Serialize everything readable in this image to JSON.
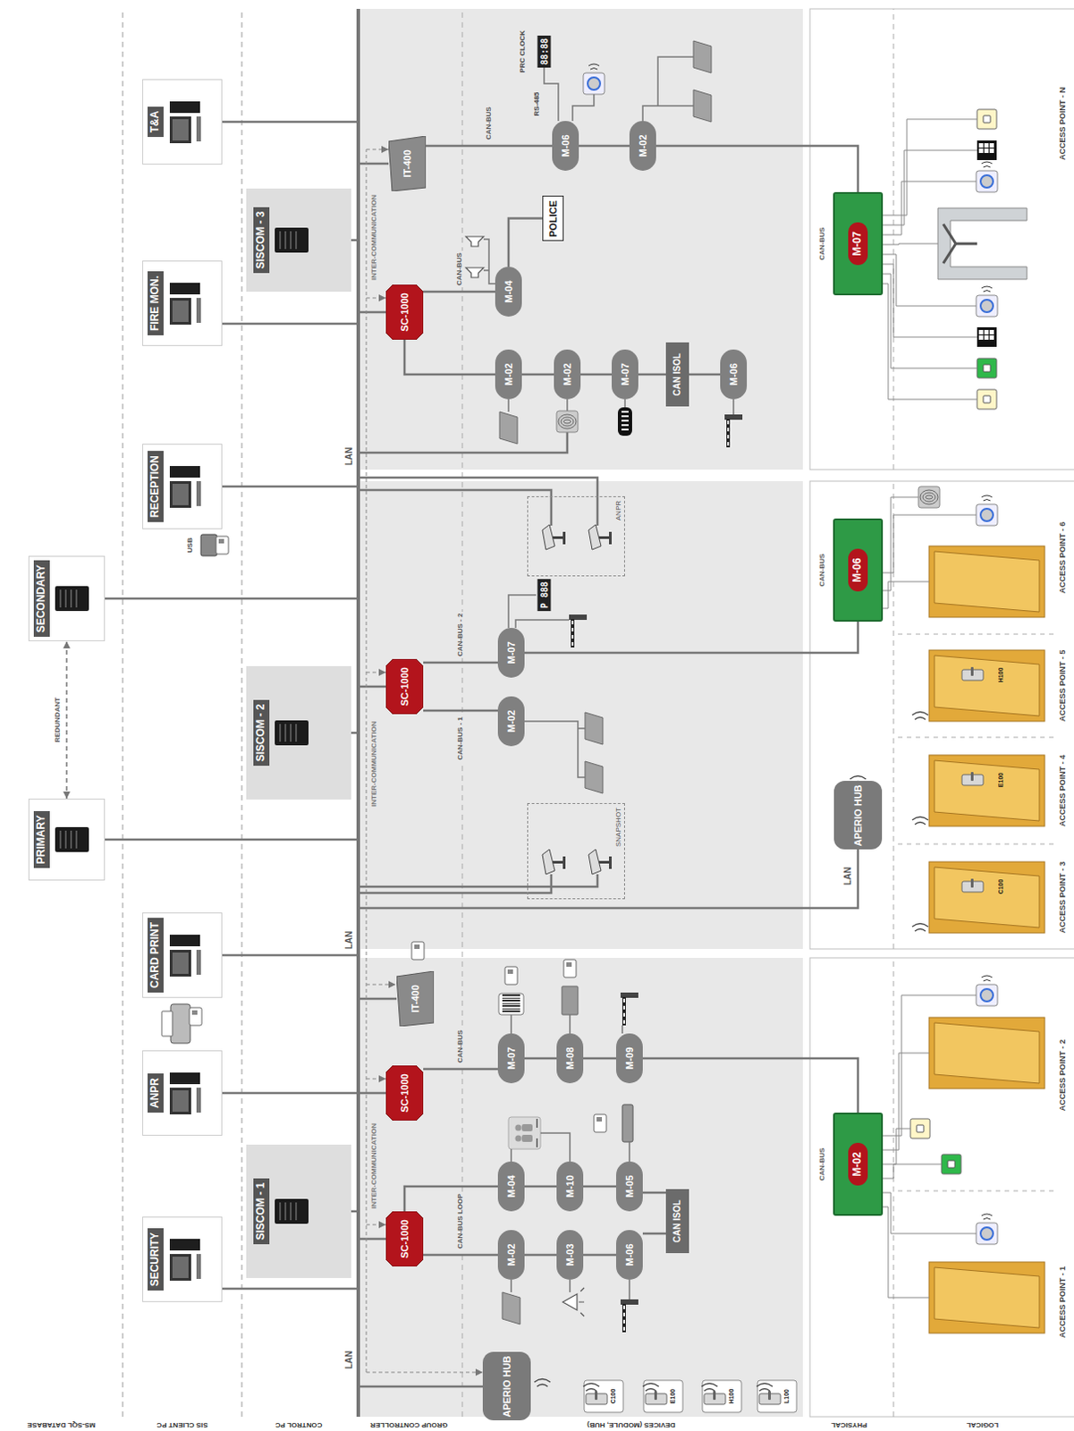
{
  "diagram": {
    "nodes": [
      {
        "text": [
          "PRIMARY"
        ]
      },
      {
        "text": [
          "SECONDARY"
        ]
      },
      {
        "text": [
          "SECURITY"
        ]
      },
      {
        "text": [
          "ANPR"
        ]
      },
      {
        "text": [
          "CARD PRINT"
        ]
      },
      {
        "text": [
          "RECEPTION"
        ]
      },
      {
        "text": [
          "FIRE MON."
        ]
      },
      {
        "text": [
          "T&A"
        ]
      },
      {
        "text": [
          "SISCOM - 1"
        ]
      },
      {
        "text": [
          "SISCOM - 2"
        ]
      },
      {
        "text": [
          "SISCOM - 3"
        ]
      },
      {
        "text": [
          "APERIO HUB"
        ]
      },
      {
        "text": [
          "SC-1000"
        ]
      },
      {
        "text": [
          "SC-1000"
        ]
      },
      {
        "text": [
          "IT-400"
        ]
      },
      {
        "text": [
          "SC-1000"
        ]
      },
      {
        "text": [
          "SC-1000"
        ]
      },
      {
        "text": [
          "IT-400"
        ]
      },
      {
        "text": [
          "M-02"
        ]
      },
      {
        "text": [
          "M-03"
        ]
      },
      {
        "text": [
          "M-06"
        ]
      },
      {
        "text": [
          "CAN ISOL"
        ]
      },
      {
        "text": [
          "M-05"
        ]
      },
      {
        "text": [
          "M-10"
        ]
      },
      {
        "text": [
          "M-04"
        ]
      },
      {
        "text": [
          "M-07"
        ]
      },
      {
        "text": [
          "M-08"
        ]
      },
      {
        "text": [
          "M-09"
        ]
      },
      {
        "text": [
          "SNAPSHOT"
        ]
      },
      {
        "text": [
          "M-02"
        ]
      },
      {
        "text": [
          "M-07"
        ]
      },
      {
        "text": [
          "ANPR"
        ]
      },
      {
        "text": [
          "M-04"
        ]
      },
      {
        "text": [
          "POLICE"
        ]
      },
      {
        "text": [
          "M-02"
        ]
      },
      {
        "text": [
          "M-02"
        ]
      },
      {
        "text": [
          "M-07"
        ]
      },
      {
        "text": [
          "CAN ISOL"
        ]
      },
      {
        "text": [
          "M-06"
        ]
      },
      {
        "text": [
          "M-06"
        ]
      },
      {
        "text": [
          "M-02"
        ]
      },
      {
        "text": [
          "M-02"
        ]
      },
      {
        "text": [
          "APERIO HUB"
        ]
      },
      {
        "text": [
          "M-06"
        ]
      },
      {
        "text": [
          "M-07"
        ]
      }
    ],
    "edges": [
      {
        "from": 0,
        "to": 1,
        "arrow": "both",
        "label": "REDUNDANT"
      },
      {
        "from": 12,
        "to": 18,
        "arrow": "none",
        "label": "CAN-BUS LOOP"
      },
      {
        "from": 18,
        "to": 19,
        "arrow": "none"
      },
      {
        "from": 19,
        "to": 20,
        "arrow": "none"
      },
      {
        "from": 20,
        "to": 21,
        "arrow": "none"
      },
      {
        "from": 21,
        "to": 22,
        "arrow": "none"
      },
      {
        "from": 22,
        "to": 23,
        "arrow": "none"
      },
      {
        "from": 23,
        "to": 24,
        "arrow": "none"
      },
      {
        "from": 24,
        "to": 12,
        "arrow": "none"
      },
      {
        "from": 13,
        "to": 25,
        "arrow": "none",
        "label": "CAN-BUS"
      },
      {
        "from": 25,
        "to": 26,
        "arrow": "none"
      },
      {
        "from": 26,
        "to": 27,
        "arrow": "none"
      },
      {
        "from": 27,
        "to": 41,
        "arrow": "none"
      },
      {
        "from": 15,
        "to": 29,
        "arrow": "none",
        "label": "CAN-BUS - 1"
      },
      {
        "from": 15,
        "to": 30,
        "arrow": "none",
        "label": "CAN-BUS - 2"
      },
      {
        "from": 30,
        "to": 43,
        "arrow": "none"
      },
      {
        "from": 16,
        "to": 32,
        "arrow": "none",
        "label": "CAN-BUS"
      },
      {
        "from": 16,
        "to": 34,
        "arrow": "none"
      },
      {
        "from": 34,
        "to": 35,
        "arrow": "none"
      },
      {
        "from": 35,
        "to": 36,
        "arrow": "none"
      },
      {
        "from": 36,
        "to": 37,
        "arrow": "none"
      },
      {
        "from": 37,
        "to": 38,
        "arrow": "none"
      },
      {
        "from": 32,
        "to": 33,
        "arrow": "none"
      },
      {
        "from": 17,
        "to": 39,
        "arrow": "none",
        "label": "CAN-BUS"
      },
      {
        "from": 39,
        "to": 40,
        "arrow": "none"
      },
      {
        "from": 40,
        "to": 44,
        "arrow": "none"
      }
    ],
    "labels": [
      "MS-SQL DATABASE",
      "SIS CLIENT PC",
      "CONTROL PC",
      "GROUP CONTROLLER",
      "DEVICES (MODULE, HUB)",
      "PHYSICAL",
      "LOGICAL",
      "LAN",
      "LAN",
      "LAN",
      "LAN",
      "INTER-COMMUNICATION",
      "INTER-COMMUNICATION",
      "INTER-COMMUNICATION",
      "CAN-BUS",
      "CAN-BUS",
      "CAN-BUS",
      "USB",
      "PRC CLOCK",
      "88:88",
      "RS-485",
      "P 888",
      "C100",
      "E100",
      "H100",
      "L100",
      "C100",
      "E100",
      "H100",
      "ACCESS POINT - 1",
      "ACCESS POINT - 2",
      "ACCESS POINT - 3",
      "ACCESS POINT - 4",
      "ACCESS POINT - 5",
      "ACCESS POINT - 6",
      "ACCESS POINT - N"
    ]
  }
}
